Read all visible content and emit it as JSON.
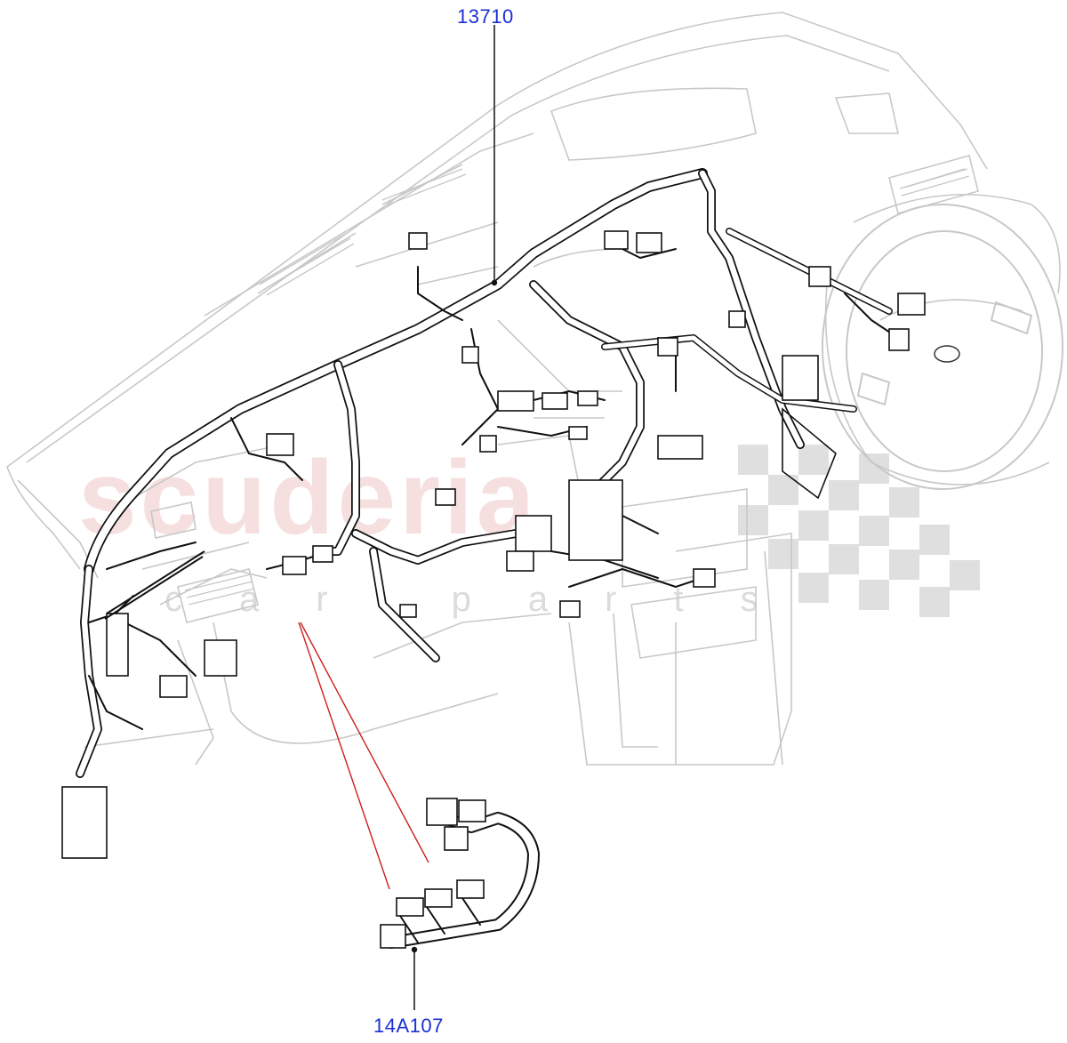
{
  "watermark": {
    "brand": "scuderia",
    "sub": "car parts"
  },
  "callouts": [
    {
      "id": "top",
      "part_number": "13710"
    },
    {
      "id": "bottom",
      "part_number": "14A107"
    }
  ],
  "colors": {
    "callout_text": "#1a2fd6",
    "leader_red": "#cc1f1f",
    "line_art": "#111111",
    "body_outline": "#c8c8c8"
  }
}
